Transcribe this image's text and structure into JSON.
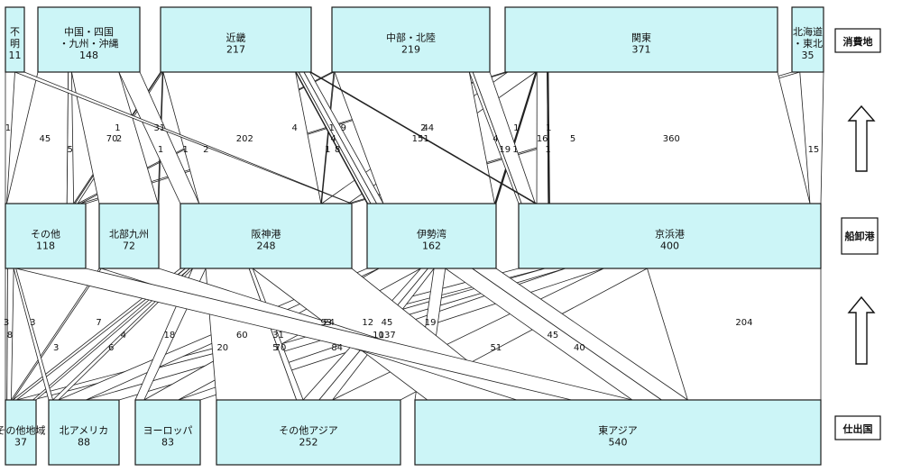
{
  "row_labels": {
    "top": "消費地",
    "middle": "船卸港",
    "bottom": "仕出国"
  },
  "consumption": [
    {
      "id": "c_unknown",
      "label_lines": [
        "不",
        "明"
      ],
      "value": "11"
    },
    {
      "id": "c_chugoku",
      "label_lines": [
        "中国・四国",
        "・九州・沖縄"
      ],
      "value": "148"
    },
    {
      "id": "c_kinki",
      "label_lines": [
        "近畿"
      ],
      "value": "217"
    },
    {
      "id": "c_chubu",
      "label_lines": [
        "中部・北陸"
      ],
      "value": "219"
    },
    {
      "id": "c_kanto",
      "label_lines": [
        "関東"
      ],
      "value": "371"
    },
    {
      "id": "c_hokkaido",
      "label_lines": [
        "北海道",
        "・東北"
      ],
      "value": "35"
    }
  ],
  "ports": [
    {
      "id": "p_other",
      "label": "その他",
      "value": "118"
    },
    {
      "id": "p_kyushu",
      "label": "北部九州",
      "value": "72"
    },
    {
      "id": "p_hanshin",
      "label": "阪神港",
      "value": "248"
    },
    {
      "id": "p_ise",
      "label": "伊勢湾",
      "value": "162"
    },
    {
      "id": "p_keihin",
      "label": "京浜港",
      "value": "400"
    }
  ],
  "origins": [
    {
      "id": "o_other",
      "label": "その他地域",
      "value": "37"
    },
    {
      "id": "o_na",
      "label": "北アメリカ",
      "value": "88"
    },
    {
      "id": "o_eu",
      "label": "ヨーロッパ",
      "value": "83"
    },
    {
      "id": "o_asia",
      "label": "その他アジア",
      "value": "252"
    },
    {
      "id": "o_east",
      "label": "東アジア",
      "value": "540"
    }
  ],
  "upper_flows": [
    {
      "from": "p_other",
      "to": "c_unknown",
      "value": "1"
    },
    {
      "from": "p_other",
      "to": "c_chugoku",
      "value": "45"
    },
    {
      "from": "p_other",
      "to": "c_chugoku",
      "value": "5"
    },
    {
      "from": "p_other",
      "to": "c_kinki",
      "value": "1"
    },
    {
      "from": "p_other",
      "to": "c_kinki",
      "value": "2"
    },
    {
      "from": "p_other",
      "to": "c_chubu",
      "value": "2"
    },
    {
      "from": "p_other",
      "to": "c_kanto",
      "value": "4"
    },
    {
      "from": "p_kyushu",
      "to": "c_chugoku",
      "value": "70"
    },
    {
      "from": "p_kyushu",
      "to": "c_kinki",
      "value": "1"
    },
    {
      "from": "p_hanshin",
      "to": "c_chugoku",
      "value": "31"
    },
    {
      "from": "p_hanshin",
      "to": "c_kinki",
      "value": "202"
    },
    {
      "from": "p_hanshin",
      "to": "c_chubu",
      "value": "1"
    },
    {
      "from": "p_hanshin",
      "to": "c_kanto",
      "value": "44"
    },
    {
      "from": "p_hanshin",
      "to": "c_hokkaido",
      "value": "5"
    },
    {
      "from": "p_hanshin",
      "to": "c_unknown",
      "value": "1"
    },
    {
      "from": "p_ise",
      "to": "c_kinki",
      "value": "1"
    },
    {
      "from": "p_ise",
      "to": "c_kinki",
      "value": "4"
    },
    {
      "from": "p_ise",
      "to": "c_kinki",
      "value": "8"
    },
    {
      "from": "p_ise",
      "to": "c_kinki",
      "value": "9"
    },
    {
      "from": "p_ise",
      "to": "c_chubu",
      "value": "151"
    },
    {
      "from": "p_ise",
      "to": "c_kanto",
      "value": "1"
    },
    {
      "from": "p_ise",
      "to": "c_kanto",
      "value": "1"
    },
    {
      "from": "p_keihin",
      "to": "c_chubu",
      "value": "4"
    },
    {
      "from": "p_keihin",
      "to": "c_chubu",
      "value": "19"
    },
    {
      "from": "p_keihin",
      "to": "c_kinki",
      "value": "2"
    },
    {
      "from": "p_keihin",
      "to": "c_kanto",
      "value": "16"
    },
    {
      "from": "p_keihin",
      "to": "c_kanto",
      "value": "1"
    },
    {
      "from": "p_keihin",
      "to": "c_kanto",
      "value": "1"
    },
    {
      "from": "p_keihin",
      "to": "c_kanto",
      "value": "360"
    },
    {
      "from": "p_keihin",
      "to": "c_hokkaido",
      "value": "15"
    }
  ],
  "lower_flows": [
    {
      "from": "o_other",
      "to": "p_other",
      "value": "3"
    },
    {
      "from": "o_other",
      "to": "p_other",
      "value": "8"
    },
    {
      "from": "o_other",
      "to": "p_kyushu",
      "value": "3"
    },
    {
      "from": "o_other",
      "to": "p_hanshin",
      "value": "7"
    },
    {
      "from": "o_other",
      "to": "p_keihin",
      "value": "31"
    },
    {
      "from": "o_other",
      "to": "p_hanshin",
      "value": "6"
    },
    {
      "from": "o_na",
      "to": "p_other",
      "value": "3"
    },
    {
      "from": "o_na",
      "to": "p_hanshin",
      "value": "4"
    },
    {
      "from": "o_na",
      "to": "p_ise",
      "value": "20"
    },
    {
      "from": "o_na",
      "to": "p_keihin",
      "value": "24"
    },
    {
      "from": "o_eu",
      "to": "p_hanshin",
      "value": "18"
    },
    {
      "from": "o_eu",
      "to": "p_ise",
      "value": "70"
    },
    {
      "from": "o_eu",
      "to": "p_keihin",
      "value": "45"
    },
    {
      "from": "o_asia",
      "to": "p_hanshin",
      "value": "60"
    },
    {
      "from": "o_asia",
      "to": "p_hanshin",
      "value": "5"
    },
    {
      "from": "o_asia",
      "to": "p_ise",
      "value": "12"
    },
    {
      "from": "o_asia",
      "to": "p_ise",
      "value": "10"
    },
    {
      "from": "o_asia",
      "to": "p_keihin",
      "value": "51"
    },
    {
      "from": "o_east",
      "to": "p_ise",
      "value": "19"
    },
    {
      "from": "o_east",
      "to": "p_hanshin",
      "value": "137"
    },
    {
      "from": "o_east",
      "to": "p_kyushu",
      "value": "84"
    },
    {
      "from": "o_east",
      "to": "p_other",
      "value": "93"
    },
    {
      "from": "o_east",
      "to": "p_ise",
      "value": "45"
    },
    {
      "from": "o_east",
      "to": "p_ise",
      "value": "40"
    },
    {
      "from": "o_east",
      "to": "p_keihin",
      "value": "204"
    }
  ]
}
